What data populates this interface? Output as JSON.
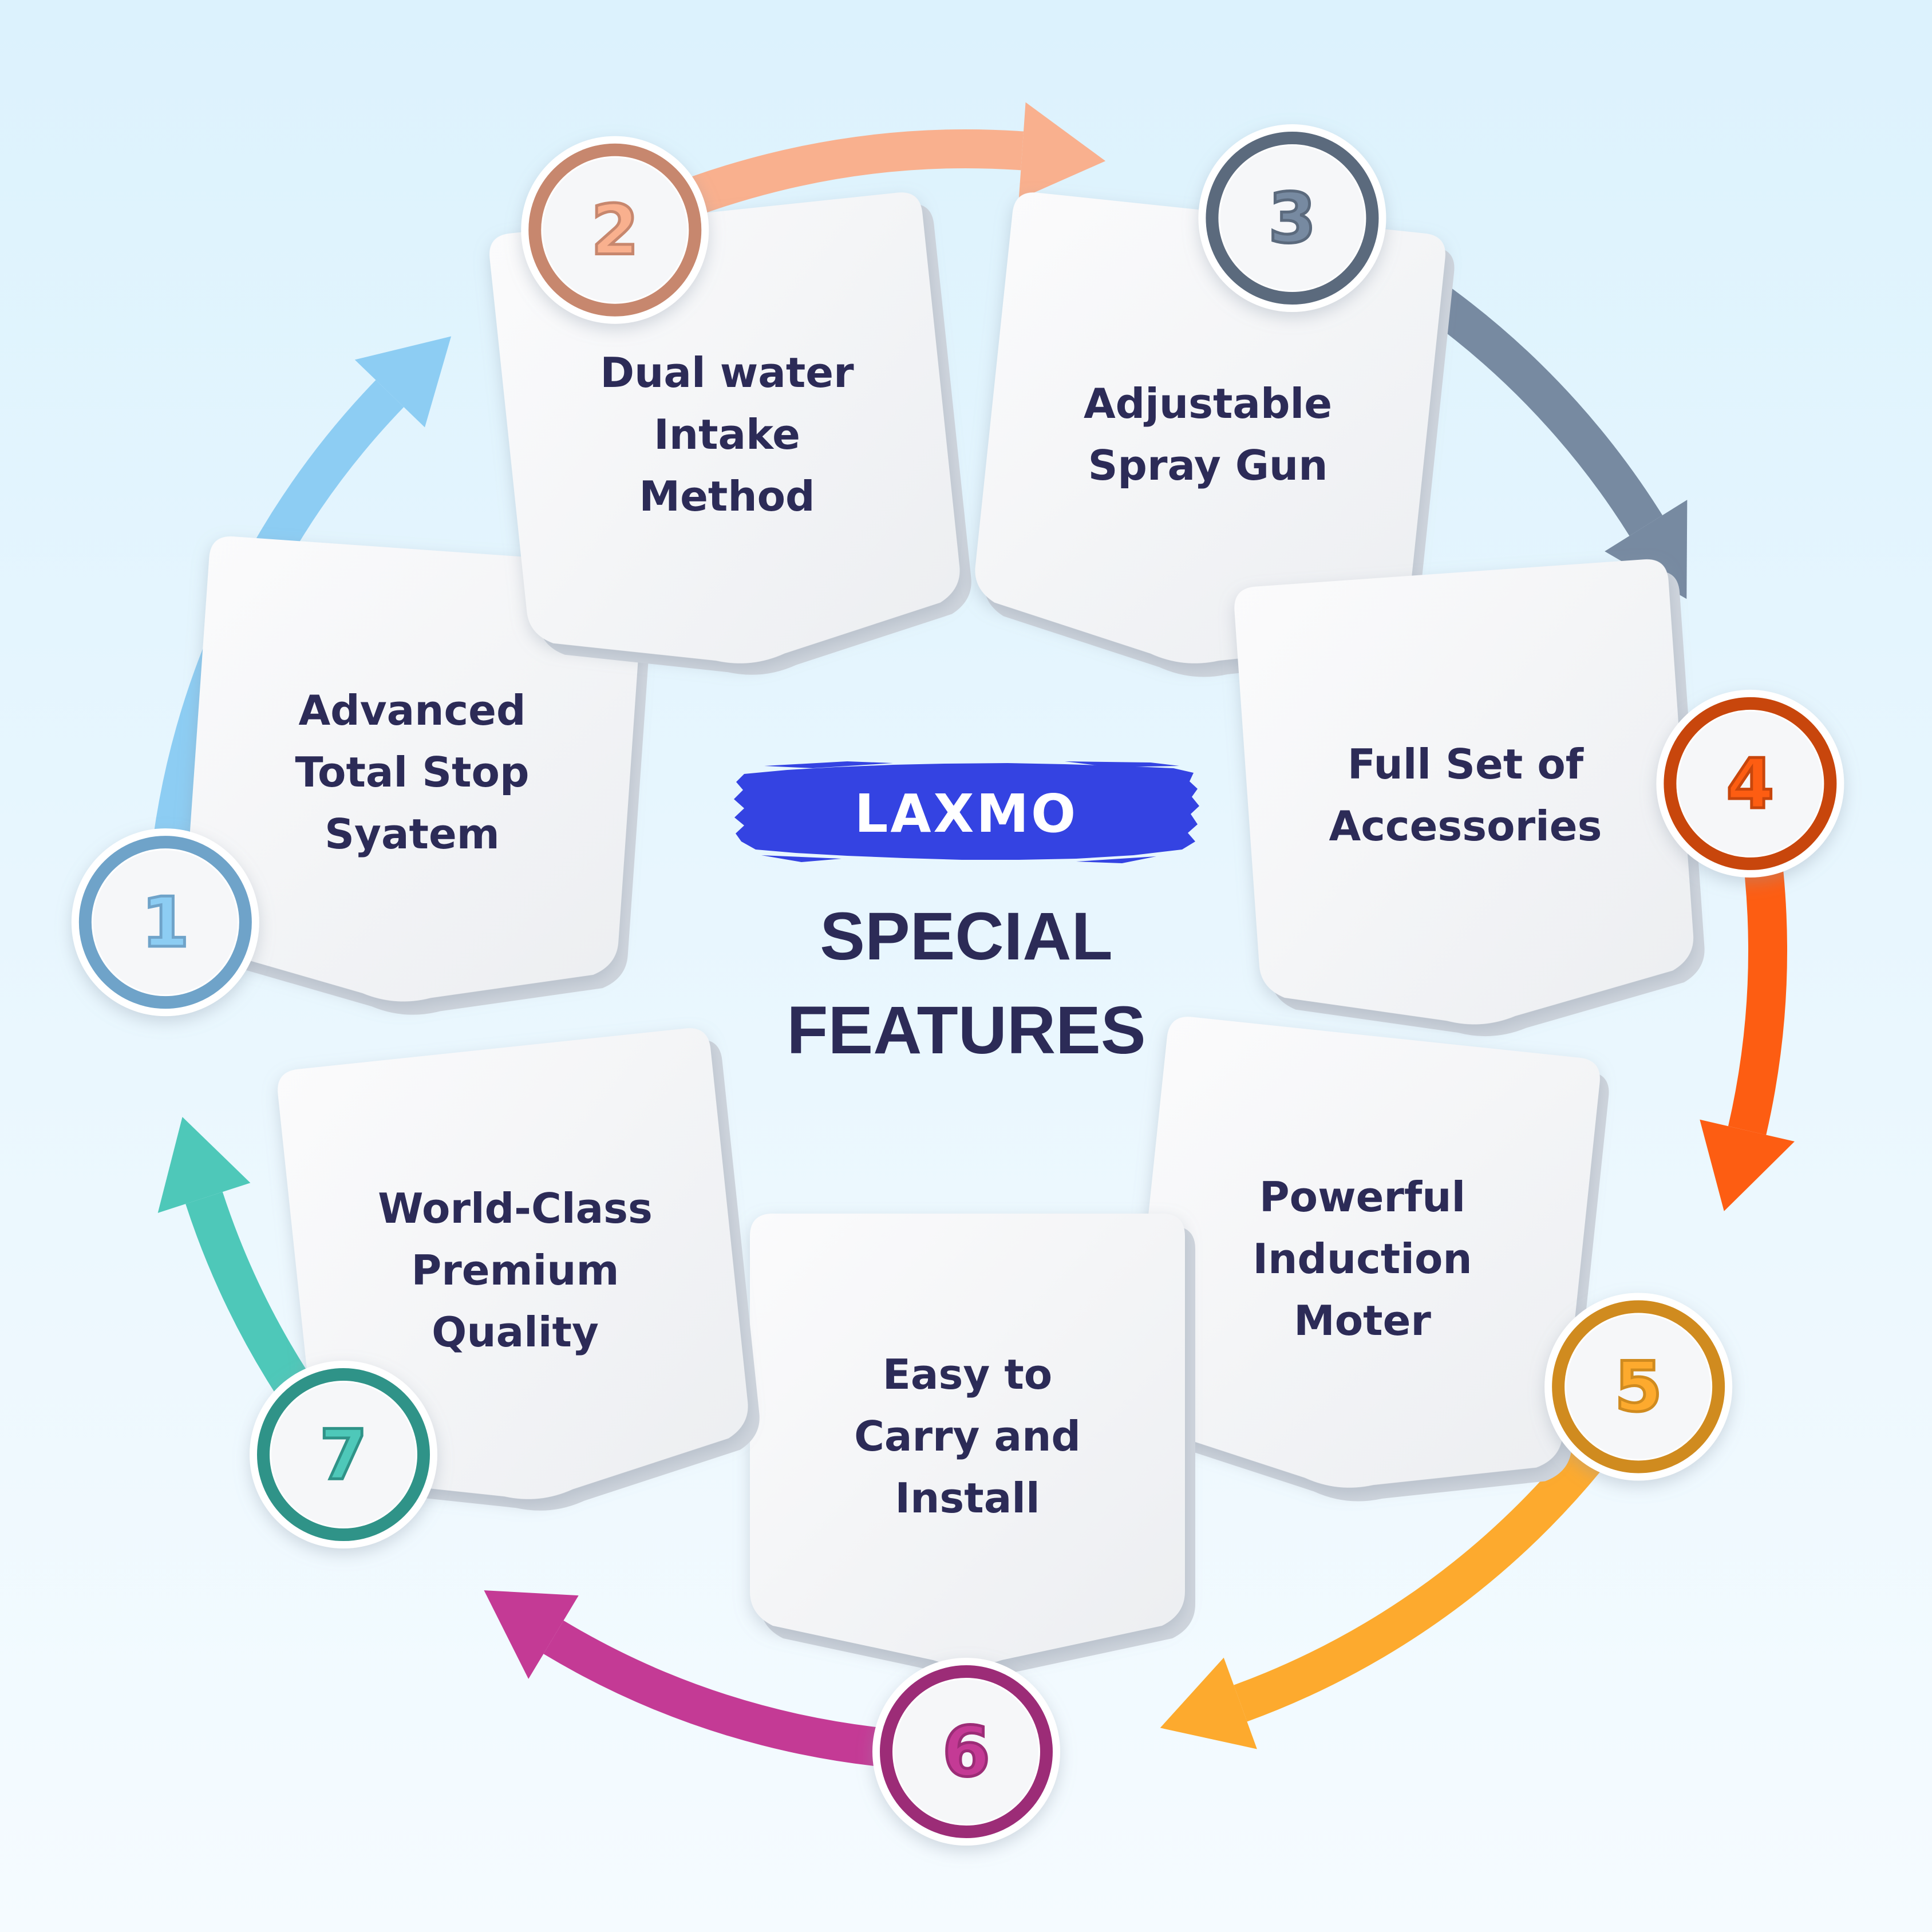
{
  "brand": "LAXMO",
  "title_lines": [
    "SPECIAL",
    "FEATURES"
  ],
  "colors": {
    "text": "#2c2b57",
    "brand_bg": "#3443e2",
    "card": "#f4f5f7"
  },
  "steps": [
    {
      "number": "1",
      "lines": [
        "Advanced",
        "Total Stop",
        "Syatem"
      ],
      "color": "#8dcdf3",
      "dark": "#6fa3c9"
    },
    {
      "number": "2",
      "lines": [
        "Dual water",
        "Intake",
        "Method"
      ],
      "color": "#f9b08e",
      "dark": "#c7876e"
    },
    {
      "number": "3",
      "lines": [
        "Adjustable",
        "Spray Gun"
      ],
      "color": "#778aa1",
      "dark": "#5b6a7d"
    },
    {
      "number": "4",
      "lines": [
        "Full Set of",
        "Accessories"
      ],
      "color": "#fd5d12",
      "dark": "#c8460c"
    },
    {
      "number": "5",
      "lines": [
        "Powerful",
        "Induction",
        "Moter"
      ],
      "color": "#fdaa2e",
      "dark": "#d08b1f"
    },
    {
      "number": "6",
      "lines": [
        "Easy to",
        "Carry and",
        "Install"
      ],
      "color": "#c43a95",
      "dark": "#9c2c77"
    },
    {
      "number": "7",
      "lines": [
        "World-Class",
        "Premium",
        "Quality"
      ],
      "color": "#4ec8b9",
      "dark": "#2f9388"
    }
  ]
}
